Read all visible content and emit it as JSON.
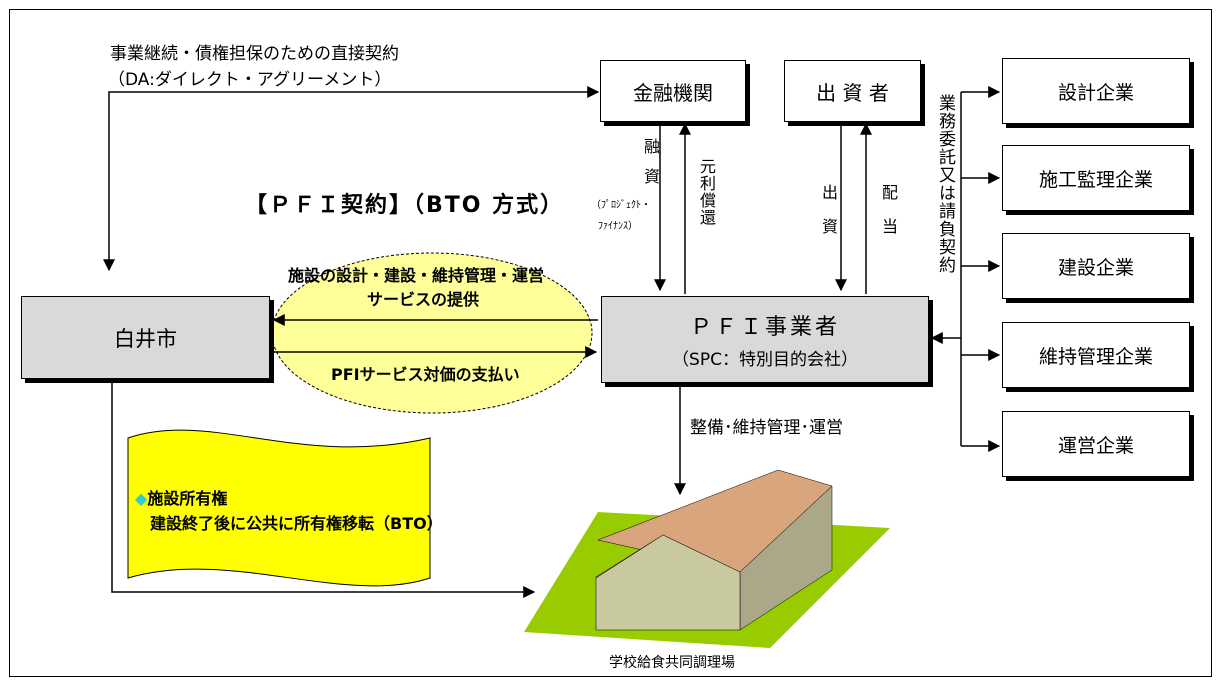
{
  "top_note": {
    "line1": "事業継続・債権担保のための直接契約",
    "line2": "（DA:ダイレクト・アグリーメント）"
  },
  "contract_title": "【ＰＦＩ契約】（BTO 方式）",
  "boxes": {
    "financial": "金融機関",
    "investor": "出 資 者",
    "city": "白井市",
    "pfi_line1": "ＰＦＩ事業者",
    "pfi_line2": "（SPC：特別目的会社）"
  },
  "companies": [
    "設計企業",
    "施工監理企業",
    "建設企業",
    "維持管理企業",
    "運営企業"
  ],
  "vertical_labels": {
    "outsourcing": "業務委託又は請負契約",
    "financing": "融資",
    "project_finance_line1": "（ﾌﾟﾛｼﾞｪｸﾄ・",
    "project_finance_line2": "ﾌｧｲﾅﾝｽ）",
    "repayment": "元利償還",
    "investment": "出資",
    "dividend": "配当"
  },
  "ellipse": {
    "service_line1": "施設の設計・建設・維持管理・運営",
    "service_line2": "サービスの提供",
    "payment": "PFIサービス対価の支払い"
  },
  "maintenance_label": "整備･維持管理･運営",
  "ownership": {
    "line1": "施設所有権",
    "line2": "建設終了後に公共に所有権移転（BTO）"
  },
  "building_caption": "学校給食共同調理場",
  "colors": {
    "gray_box": "#d9d9d9",
    "ellipse_fill": "#ffff99",
    "banner_fill": "#ffff00",
    "diamond": "#33cccc",
    "lawn": "#99cc00",
    "roof": "#d9a57c",
    "wall_side": "#aaa888",
    "wall_front": "#c9c9a0"
  }
}
